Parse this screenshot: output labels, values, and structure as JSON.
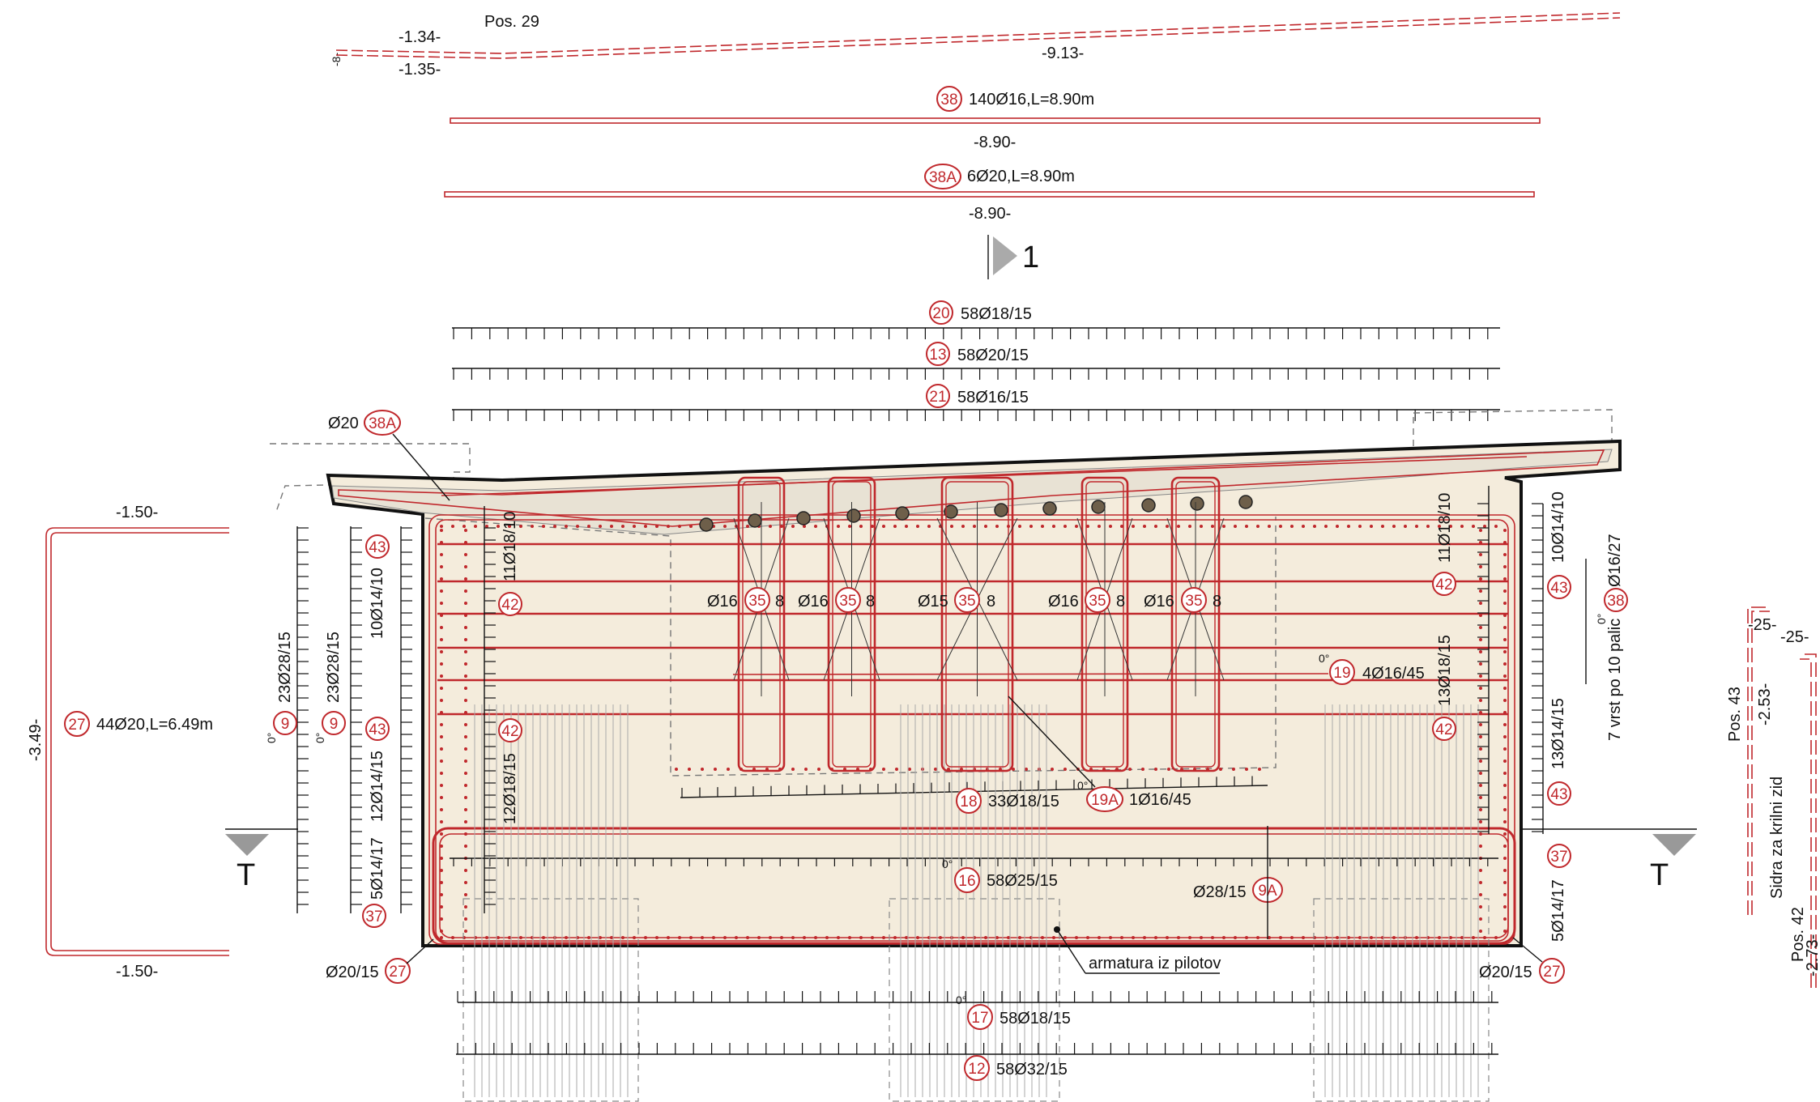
{
  "top": {
    "pos29": "Pos. 29",
    "dim_134": "-1.34-",
    "dim_135": "-1.35-",
    "dim_8": "-8-",
    "dim_913": "-9.13-",
    "bar38_pos": "38",
    "bar38_text": "140Ø16,L=8.90m",
    "bar38_dim": "-8.90-",
    "bar38a_pos": "38A",
    "bar38a_text": "6Ø20,L=8.90m",
    "bar38a_dim": "-8.90-",
    "section_mark": "1"
  },
  "stirrups": {
    "s20_pos": "20",
    "s20_text": "58Ø18/15",
    "s13_pos": "13",
    "s13_text": "58Ø20/15",
    "s21_pos": "21",
    "s21_text": "58Ø16/15",
    "s17_pos": "17",
    "s17_text": "58Ø18/15",
    "s12_pos": "12",
    "s12_text": "58Ø32/15",
    "s16_pos": "16",
    "s16_text": "58Ø25/15",
    "s18_pos": "18",
    "s18_text": "33Ø18/15"
  },
  "section": {
    "phi20": "Ø20",
    "phi20_pos": "38A",
    "b35_l1": "Ø16",
    "b35_l2": "Ø16",
    "b35_l3": "Ø15",
    "b35_l4": "Ø16",
    "b35_l5": "Ø16",
    "b35_pos": "35",
    "b35_r": "8",
    "p19_pos": "19",
    "p19_text": "4Ø16/45",
    "p19a_pos": "19A",
    "p19a_text": "1Ø16/45",
    "p9a_text": "Ø28/15",
    "p9a_pos": "9A",
    "pilot_note": "armatura iz pilotov",
    "bottom_left_text": "Ø20/15",
    "bottom_left_pos": "27",
    "bottom_right_text": "Ø20/15",
    "bottom_right_pos": "27",
    "zero_mark": "0°"
  },
  "left": {
    "dim_150_top": "-1.50-",
    "dim_150_bot": "-1.50-",
    "dim_349": "-3.49-",
    "p27_pos": "27",
    "p27_text": "44Ø20,L=6.49m",
    "p9_pos": "9",
    "p9_text": "23Ø28/15",
    "p9b_pos": "9",
    "p9b_text": "23Ø28/15",
    "p43_pos": "43",
    "p43_text": "10Ø14/10",
    "p43b_pos": "43",
    "p43b_text": "12Ø14/15",
    "p37_pos": "37",
    "p37_text": "5Ø14/17",
    "p42_pos": "42",
    "p42_text": "11Ø18/10",
    "p42b_pos": "42",
    "p42b_text": "12Ø18/15",
    "cut_T": "T"
  },
  "right": {
    "p42_pos": "42",
    "p42_text": "11Ø18/10",
    "p42b_pos": "42",
    "p42b_text": "13Ø18/15",
    "p43_pos": "43",
    "p43_text": "10Ø14/10",
    "p43b_pos": "43",
    "p43b_text": "13Ø14/15",
    "p37_pos": "37",
    "p37_text": "5Ø14/17",
    "p38_pos": "38",
    "p38_text": "Ø16/27",
    "note_vrst": "7 vrst po 10 palic",
    "cut_T": "T",
    "dim_25a": "-25-",
    "dim_25b": "-25-",
    "dim_253": "-2.53-",
    "pos43": "Pos. 43",
    "sidra": "Sidra za krilni zid",
    "pos42": "Pos. 42",
    "dim_273": "-2.73-"
  }
}
